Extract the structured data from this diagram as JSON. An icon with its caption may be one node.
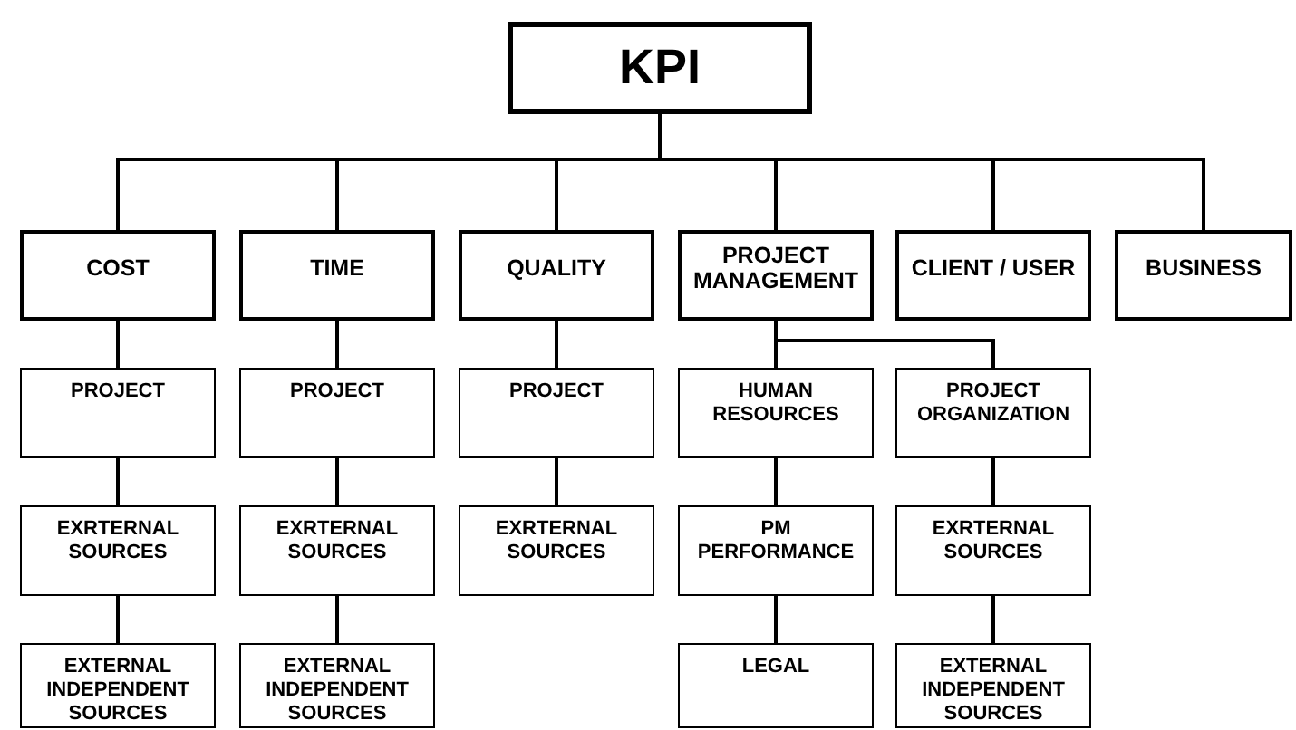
{
  "diagram": {
    "nodes": [
      {
        "text": [
          "KPI"
        ]
      },
      {
        "text": [
          "COST"
        ]
      },
      {
        "text": [
          "TIME"
        ]
      },
      {
        "text": [
          "QUALITY"
        ]
      },
      {
        "text": [
          "PROJECT MANAGEMENT"
        ]
      },
      {
        "text": [
          "CLIENT / USER"
        ]
      },
      {
        "text": [
          "BUSINESS"
        ]
      },
      {
        "text": [
          "PROJECT"
        ]
      },
      {
        "text": [
          "EXRTERNAL SOURCES"
        ]
      },
      {
        "text": [
          "EXTERNAL INDEPENDENT SOURCES"
        ]
      },
      {
        "text": [
          "PROJECT"
        ]
      },
      {
        "text": [
          "EXRTERNAL SOURCES"
        ]
      },
      {
        "text": [
          "EXTERNAL INDEPENDENT SOURCES"
        ]
      },
      {
        "text": [
          "PROJECT"
        ]
      },
      {
        "text": [
          "EXRTERNAL SOURCES"
        ]
      },
      {
        "text": [
          "HUMAN RESOURCES"
        ]
      },
      {
        "text": [
          "PM PERFORMANCE"
        ]
      },
      {
        "text": [
          "LEGAL"
        ]
      },
      {
        "text": [
          "PROJECT ORGANIZATION"
        ]
      },
      {
        "text": [
          "EXRTERNAL SOURCES"
        ]
      },
      {
        "text": [
          "EXTERNAL INDEPENDENT SOURCES"
        ]
      }
    ],
    "edges": [
      {
        "from": 0,
        "to": 1,
        "arrow": "none"
      },
      {
        "from": 0,
        "to": 2,
        "arrow": "none"
      },
      {
        "from": 0,
        "to": 3,
        "arrow": "none"
      },
      {
        "from": 0,
        "to": 4,
        "arrow": "none"
      },
      {
        "from": 0,
        "to": 5,
        "arrow": "none"
      },
      {
        "from": 0,
        "to": 6,
        "arrow": "none"
      },
      {
        "from": 1,
        "to": 7,
        "arrow": "none"
      },
      {
        "from": 7,
        "to": 8,
        "arrow": "none"
      },
      {
        "from": 8,
        "to": 9,
        "arrow": "none"
      },
      {
        "from": 2,
        "to": 10,
        "arrow": "none"
      },
      {
        "from": 10,
        "to": 11,
        "arrow": "none"
      },
      {
        "from": 11,
        "to": 12,
        "arrow": "none"
      },
      {
        "from": 3,
        "to": 13,
        "arrow": "none"
      },
      {
        "from": 13,
        "to": 14,
        "arrow": "none"
      },
      {
        "from": 4,
        "to": 15,
        "arrow": "none"
      },
      {
        "from": 15,
        "to": 16,
        "arrow": "none"
      },
      {
        "from": 16,
        "to": 17,
        "arrow": "none"
      },
      {
        "from": 4,
        "to": 18,
        "arrow": "none"
      },
      {
        "from": 18,
        "to": 19,
        "arrow": "none"
      },
      {
        "from": 19,
        "to": 20,
        "arrow": "none"
      }
    ]
  }
}
